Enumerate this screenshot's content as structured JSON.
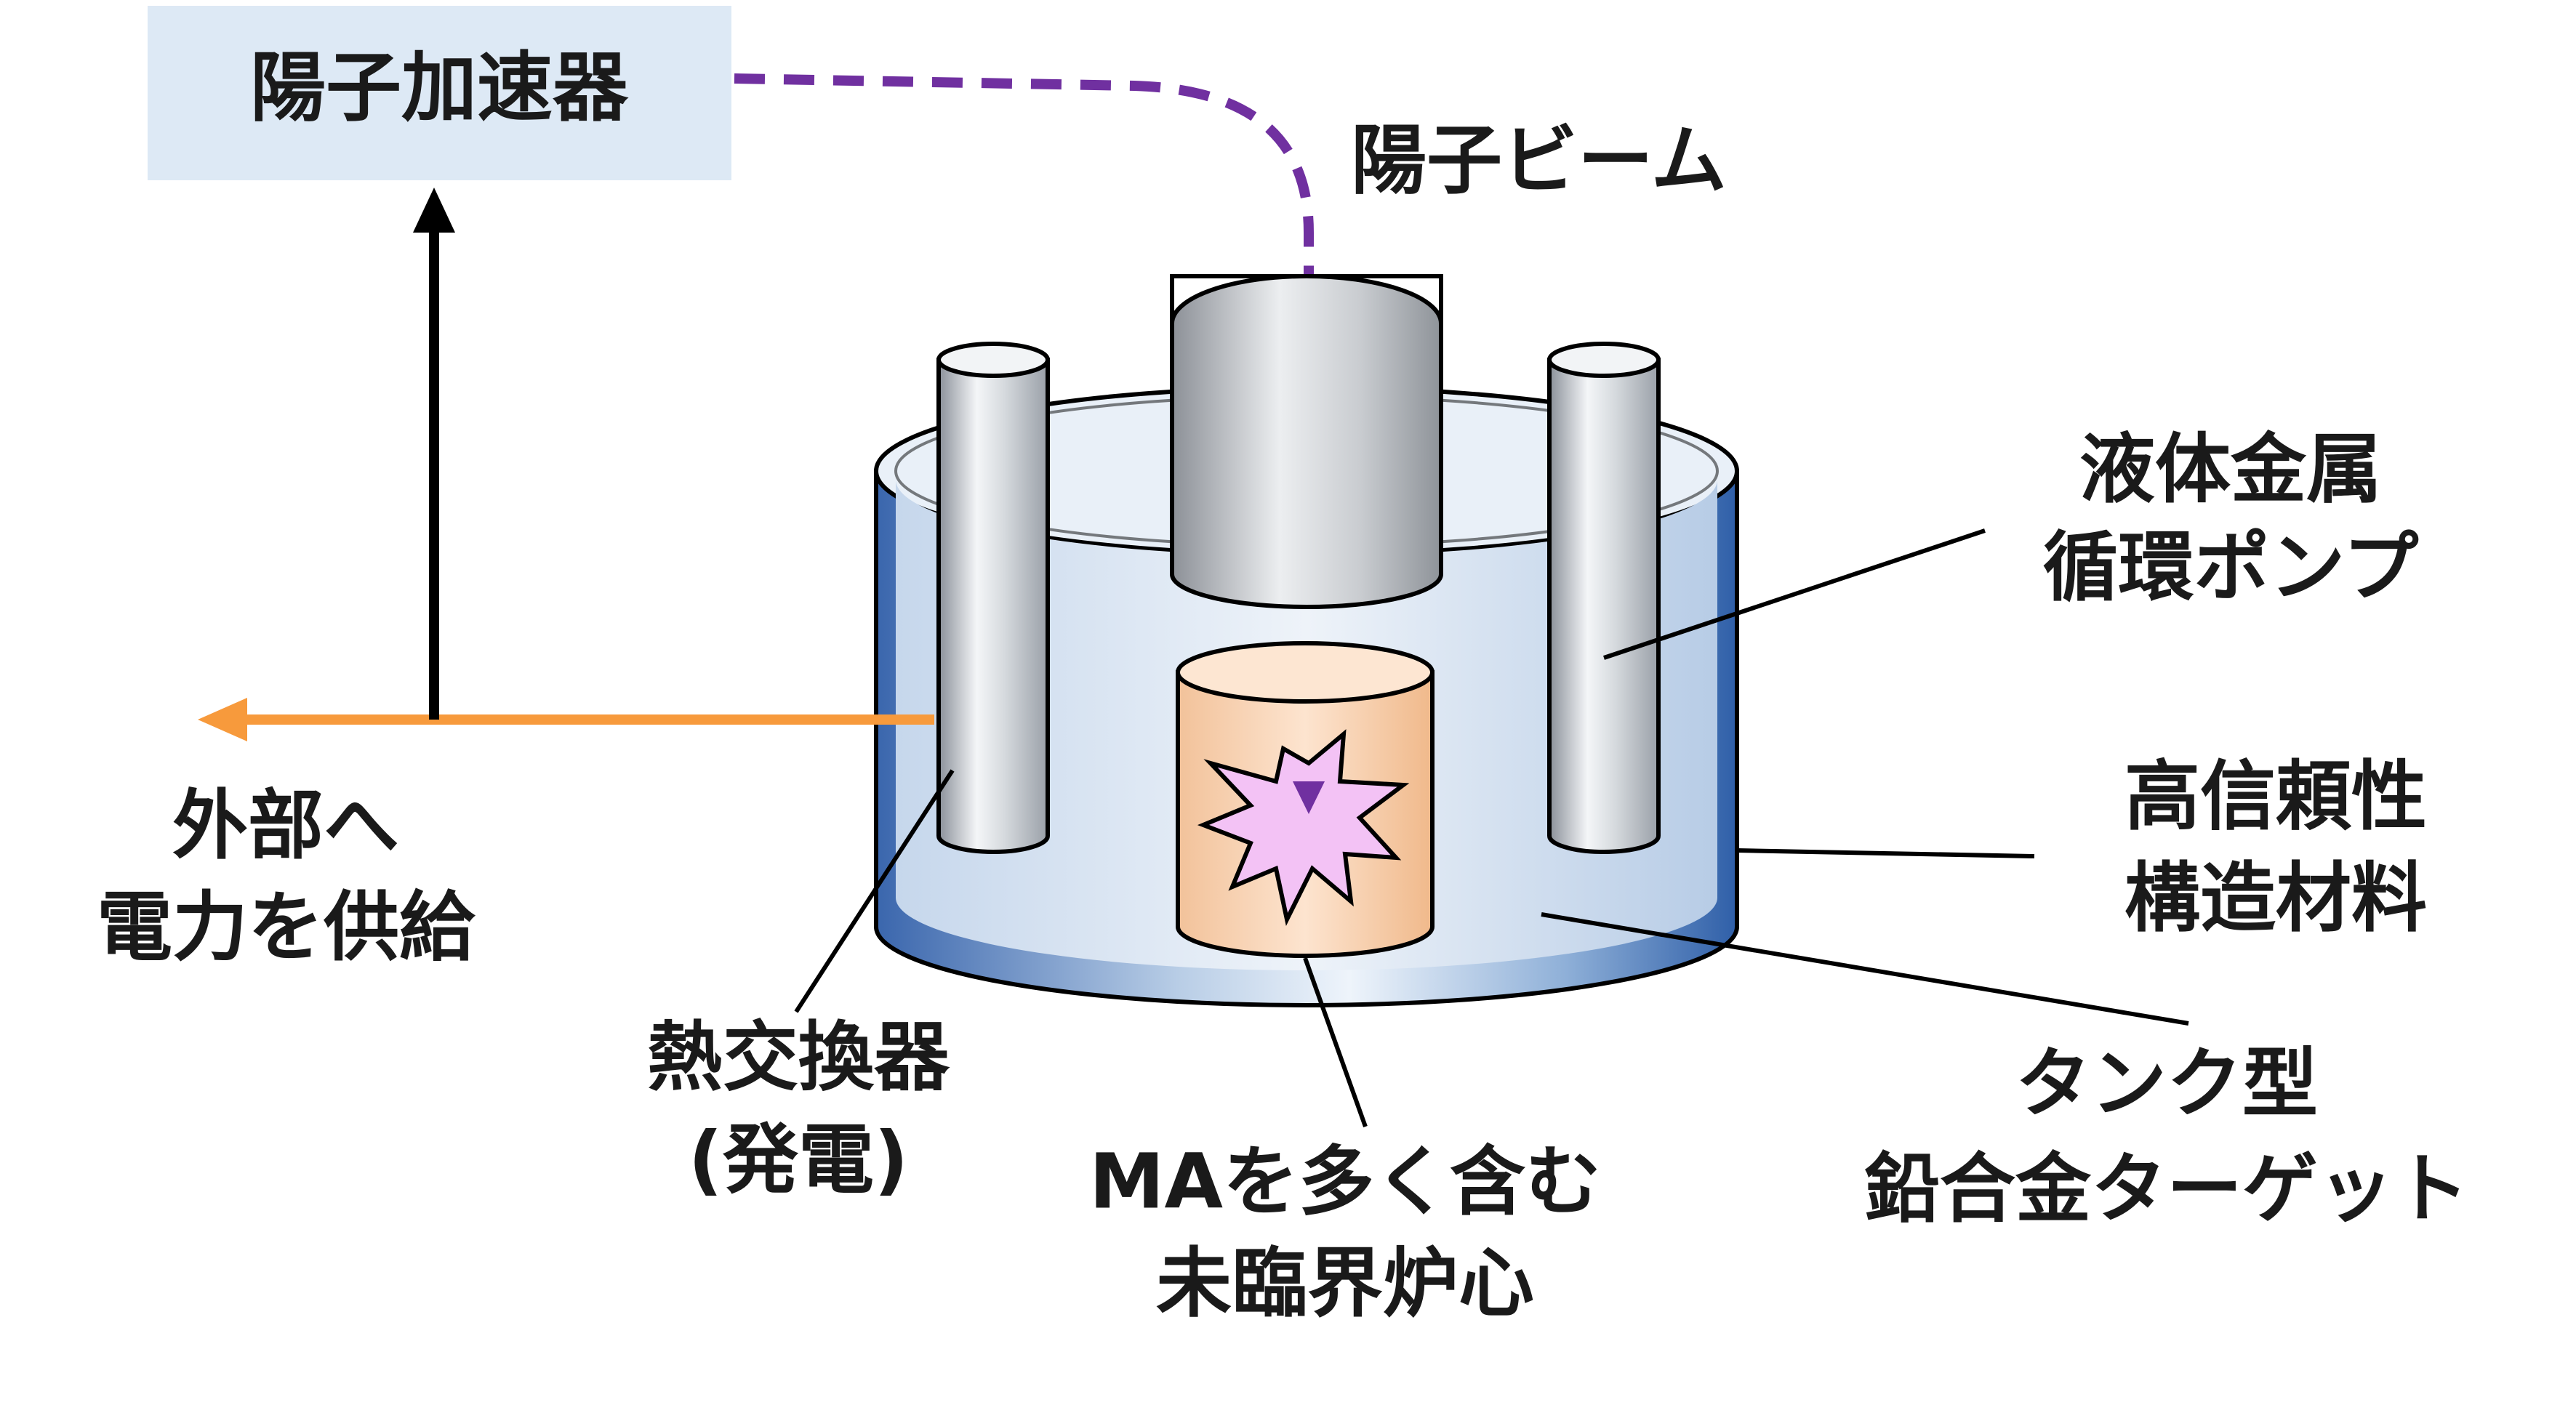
{
  "labels": {
    "accelerator": "陽子加速器",
    "proton_beam": "陽子ビーム",
    "pump_line1": "液体金属",
    "pump_line2": "循環ポンプ",
    "structure_line1": "高信頼性",
    "structure_line2": "構造材料",
    "target_line1": "タンク型",
    "target_line2": "鉛合金ターゲット",
    "core_line1": "MAを多く含む",
    "core_line2": "未臨界炉心",
    "hx_line1": "熱交換器",
    "hx_line2": "(発電)",
    "supply_line1": "外部へ",
    "supply_line2": "電力を供給"
  },
  "colors": {
    "accelerator_box": "#dde9f5",
    "beam": "#7030a0",
    "power_arrow": "#f79a3c",
    "tank_outer": "#3c6ab0",
    "liquid": "#dce8f4",
    "core": "#f6c49a",
    "burst": "#f3c2f5",
    "metal": "#b8bec6"
  }
}
